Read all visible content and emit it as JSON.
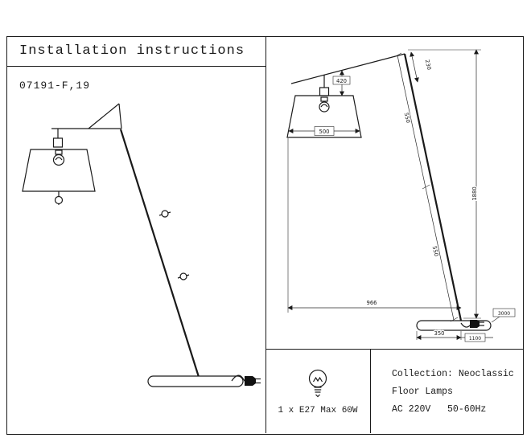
{
  "title": "Installation instructions",
  "model": "07191-F,19",
  "dimensions": {
    "arm_overhang": "230",
    "shade_drop": "420",
    "shade_width": "500",
    "pole_upper": "550",
    "pole_lower": "550",
    "total_height": "1880",
    "reach": "966",
    "cord_length": "3000",
    "base_length": "350",
    "base_offset": "1100"
  },
  "spec": {
    "bulb_label": "1 x E27 Max 60W"
  },
  "info": {
    "collection": "Collection: Neoclassic",
    "category": "Floor Lamps",
    "power": "AC 220V   50-60Hz"
  },
  "colors": {
    "ink": "#1a1a1a"
  }
}
